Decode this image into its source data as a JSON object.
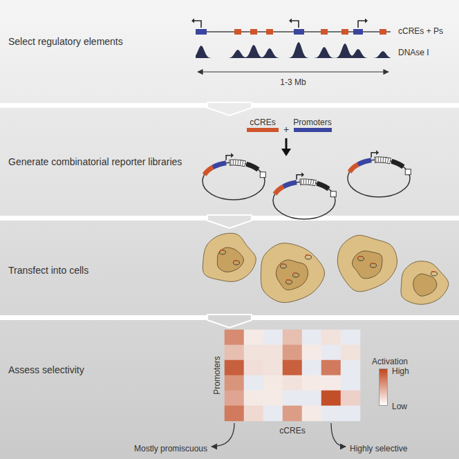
{
  "diagram": {
    "nodes": [
      {
        "text": [
          "Select regulatory elements"
        ]
      },
      {
        "text": [
          "Generate combinatorial reporter libraries"
        ]
      },
      {
        "text": [
          "Transfect into cells"
        ]
      },
      {
        "text": [
          "Assess selectivity"
        ]
      }
    ],
    "edges": [
      {
        "from": 0,
        "to": 1,
        "arrow": "to"
      },
      {
        "from": 1,
        "to": 2,
        "arrow": "to"
      },
      {
        "from": 2,
        "to": 3,
        "arrow": "to"
      }
    ],
    "labels": [
      "cCREs + Ps",
      "DNAse I",
      "1-3 Mb",
      "cCREs",
      "+",
      "Promoters",
      "Promoters",
      "cCREs",
      "Activation",
      "Mostly promiscuous",
      "Highly selective"
    ],
    "legend": [
      {
        "text": "High",
        "color": "#c0461d"
      },
      {
        "text": "Low",
        "color": "#ffffff"
      }
    ]
  }
}
